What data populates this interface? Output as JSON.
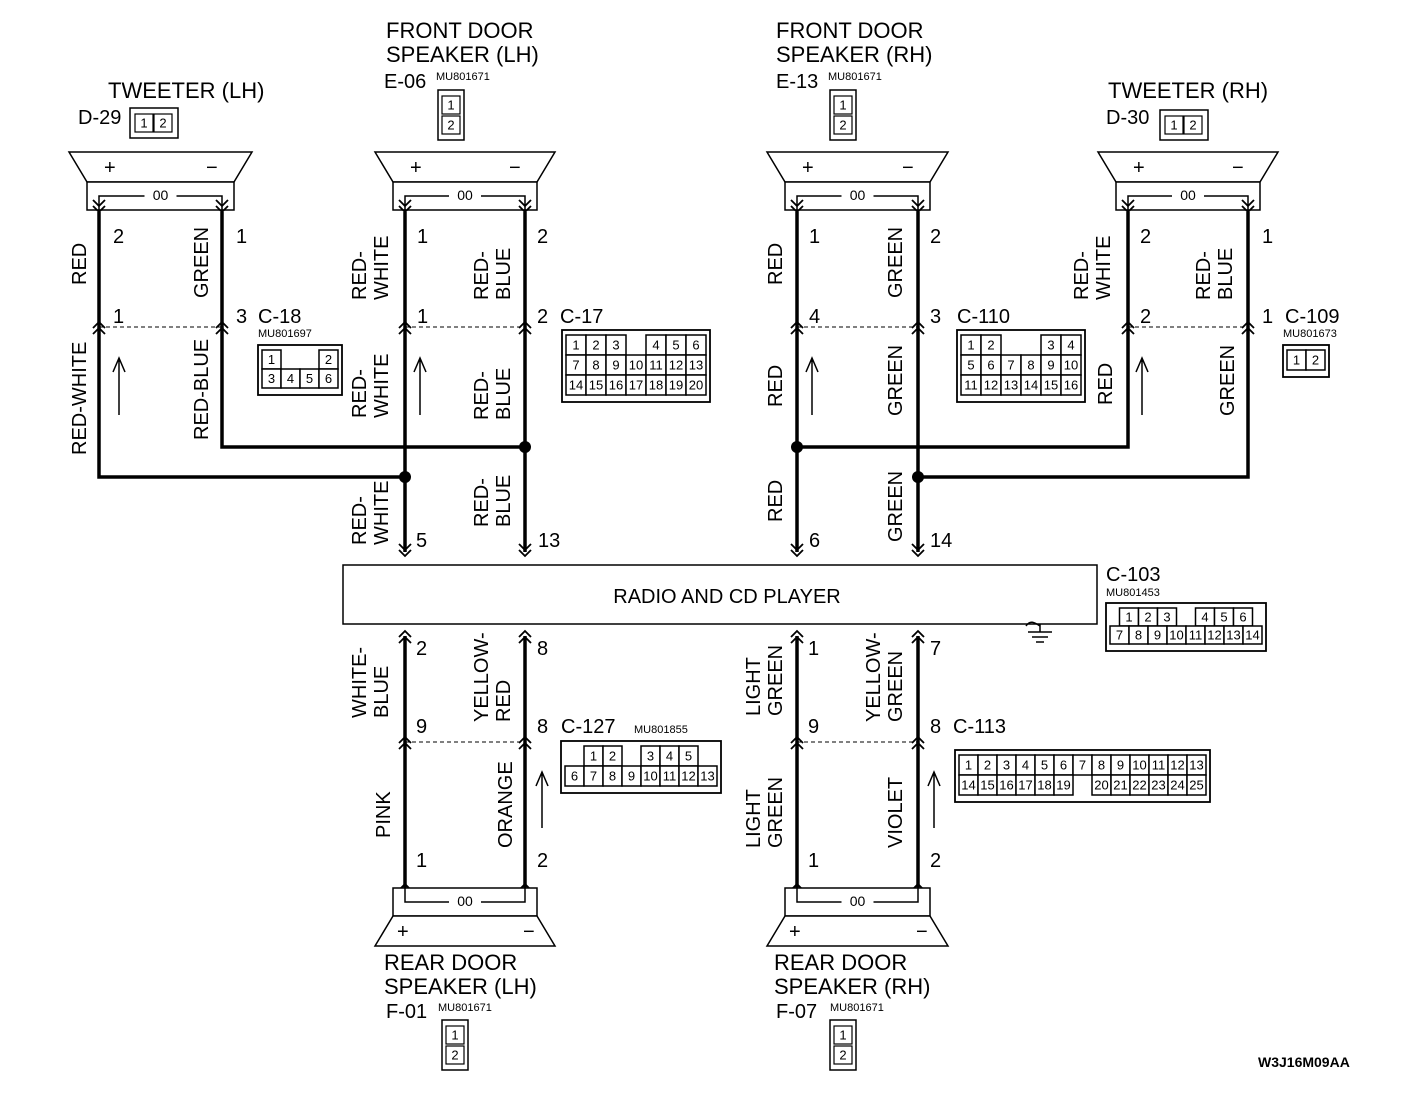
{
  "radio": {
    "label": "RADIO AND CD PLAYER"
  },
  "speakers": {
    "tweeter_lh": {
      "name": "TWEETER (LH)",
      "connector": "D-29",
      "part_no": ""
    },
    "front_lh": {
      "name_line1": "FRONT DOOR",
      "name_line2": "SPEAKER (LH)",
      "connector": "E-06",
      "part_no": "MU801671"
    },
    "front_rh": {
      "name_line1": "FRONT DOOR",
      "name_line2": "SPEAKER (RH)",
      "connector": "E-13",
      "part_no": "MU801671"
    },
    "tweeter_rh": {
      "name": "TWEETER (RH)",
      "connector": "D-30",
      "part_no": ""
    },
    "rear_lh": {
      "name_line1": "REAR DOOR",
      "name_line2": "SPEAKER (LH)",
      "connector": "F-01",
      "part_no": "MU801671"
    },
    "rear_rh": {
      "name_line1": "REAR DOOR",
      "name_line2": "SPEAKER (RH)",
      "connector": "F-07",
      "part_no": "MU801671"
    }
  },
  "connectors": {
    "c18": {
      "name": "C-18",
      "part_no": "MU801697",
      "rows": [
        [
          "1",
          "",
          "",
          "2"
        ],
        [
          "3",
          "4",
          "5",
          "6"
        ]
      ]
    },
    "c17": {
      "name": "C-17",
      "rows": [
        [
          "1",
          "2",
          "3",
          "",
          "4",
          "5",
          "6"
        ],
        [
          "7",
          "8",
          "9",
          "10",
          "11",
          "12",
          "13"
        ],
        [
          "14",
          "15",
          "16",
          "17",
          "18",
          "19",
          "20"
        ]
      ]
    },
    "c110": {
      "name": "C-110",
      "rows": [
        [
          "1",
          "2",
          "",
          "",
          "3",
          "4"
        ],
        [
          "5",
          "6",
          "7",
          "8",
          "9",
          "10"
        ],
        [
          "11",
          "12",
          "13",
          "14",
          "15",
          "16"
        ]
      ]
    },
    "c109": {
      "name": "C-109",
      "part_no": "MU801673",
      "rows": [
        [
          "1",
          "2"
        ]
      ]
    },
    "c103": {
      "name": "C-103",
      "part_no": "MU801453",
      "rows": [
        [
          "1",
          "2",
          "3",
          "",
          "4",
          "5",
          "6"
        ],
        [
          "7",
          "8",
          "9",
          "10",
          "11",
          "12",
          "13",
          "14"
        ]
      ]
    },
    "c127": {
      "name": "C-127",
      "part_no": "MU801855",
      "rows": [
        [
          "1",
          "2",
          "",
          "3",
          "4",
          "5"
        ],
        [
          "6",
          "7",
          "8",
          "9",
          "10",
          "11",
          "12",
          "13"
        ]
      ]
    },
    "c113": {
      "name": "C-113",
      "rows": [
        [
          "1",
          "2",
          "3",
          "4",
          "5",
          "6",
          "7",
          "8",
          "9",
          "10",
          "11",
          "12",
          "13"
        ],
        [
          "14",
          "15",
          "16",
          "17",
          "18",
          "19",
          "",
          "20",
          "21",
          "22",
          "23",
          "24",
          "25"
        ]
      ]
    }
  },
  "connector_pins": {
    "spk": [
      "1",
      "2"
    ]
  },
  "polarity": {
    "plus": "+",
    "minus": "−",
    "coil": "00"
  },
  "wires": {
    "red": "RED",
    "green": "GREEN",
    "red_white": "RED-WHITE",
    "red_blue": "RED-BLUE",
    "red_white_split": [
      "RED-",
      "WHITE"
    ],
    "red_blue_split": [
      "RED-",
      "BLUE"
    ],
    "white_blue_split": [
      "WHITE-",
      "BLUE"
    ],
    "yellow_red_split": [
      "YELLOW-",
      "RED"
    ],
    "light_green_split": [
      "LIGHT",
      "GREEN"
    ],
    "yellow_green_split": [
      "YELLOW-",
      "GREEN"
    ],
    "pink": "PINK",
    "orange": "ORANGE",
    "violet": "VIOLET"
  },
  "pins": {
    "tw_lh_left": "2",
    "tw_lh_right": "1",
    "c18_left": "1",
    "c18_right": "3",
    "flh_left": "1",
    "flh_right": "2",
    "c17_left": "1",
    "c17_right": "2",
    "radio_fl_left": "5",
    "radio_fl_right": "13",
    "frh_left": "1",
    "frh_right": "2",
    "c110_left": "4",
    "c110_right": "3",
    "radio_fr_left": "6",
    "radio_fr_right": "14",
    "tw_rh_left": "2",
    "tw_rh_right": "1",
    "c109_left": "2",
    "c109_right": "1",
    "radio_rl_left": "2",
    "radio_rl_right": "8",
    "c127_left": "9",
    "c127_right": "8",
    "rlh_left": "1",
    "rlh_right": "2",
    "radio_rr_left": "1",
    "radio_rr_right": "7",
    "c113_left": "9",
    "c113_right": "8",
    "rrh_left": "1",
    "rrh_right": "2"
  },
  "diagram_id": "W3J16M09AA"
}
